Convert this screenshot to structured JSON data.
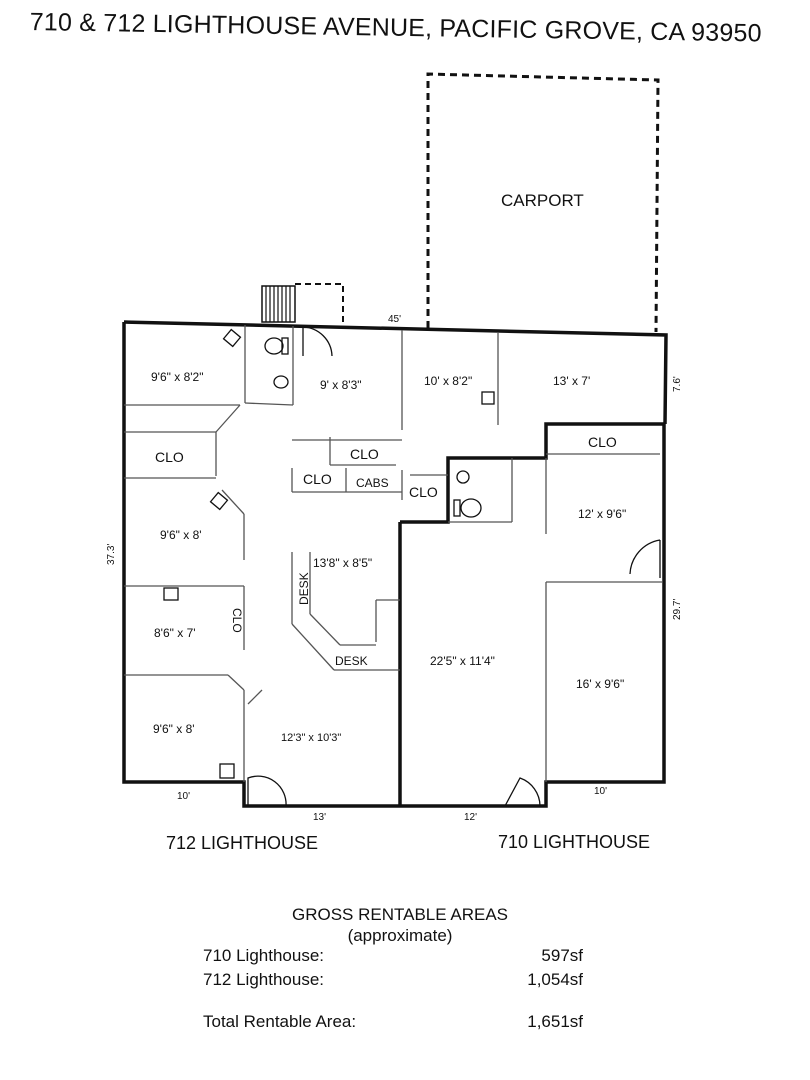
{
  "header": {
    "title": "710 & 712 LIGHTHOUSE AVENUE, PACIFIC GROVE, CA  93950"
  },
  "plan": {
    "carport": "CARPORT",
    "dimensions": {
      "top": "45'",
      "left": "37.3'",
      "right_upper": "7.6'",
      "right_lower": "29.7'",
      "bottom_left": "10'",
      "bottom_mid_left": "13'",
      "bottom_mid_right": "12'",
      "bottom_right": "10'"
    },
    "rooms": {
      "r1": "9'6\" x 8'2\"",
      "r2": "9' x 8'3\"",
      "r3": "10' x 8'2\"",
      "r4": "13' x 7'",
      "r5": "9'6\" x 8'",
      "r6": "13'8\" x 8'5\"",
      "r7": "8'6\" x 7'",
      "r8": "9'6\" x 8'",
      "r9": "12'3\" x 10'3\"",
      "r10": "22'5\" x 11'4\"",
      "r11": "12' x 9'6\"",
      "r12": "16' x 9'6\""
    },
    "labels": {
      "clo_left": "CLO",
      "clo_mid": "CLO",
      "clo_mid2": "CLO",
      "cabs": "CABS",
      "clo_bath": "CLO",
      "clo_right": "CLO",
      "clo_vertical": "CLO",
      "desk_vertical": "DESK",
      "desk": "DESK"
    },
    "units": {
      "left": "712 LIGHTHOUSE",
      "right": "710 LIGHTHOUSE"
    }
  },
  "areas": {
    "heading": "GROSS RENTABLE AREAS",
    "subheading": "(approximate)",
    "rows": [
      {
        "label": "710 Lighthouse:",
        "value": "597sf"
      },
      {
        "label": "712 Lighthouse:",
        "value": "1,054sf"
      }
    ],
    "total_label": "Total Rentable Area:",
    "total_value": "1,651sf"
  }
}
